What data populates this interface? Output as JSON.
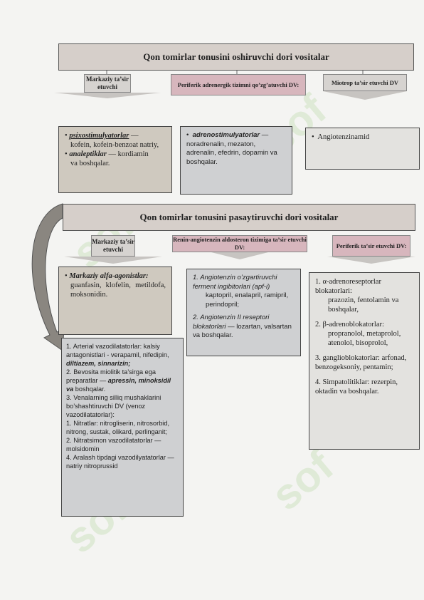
{
  "top": {
    "title": "Qon tomirlar tonusini oshiruvchi dori vositalar",
    "branches": [
      {
        "label": "Markaziy ta’sir etuvchi"
      },
      {
        "label": "Periferik adrenergik tizimni qo’zg’atuvchi DV:"
      },
      {
        "label": "Miotrop ta’sir etuvchi DV"
      }
    ],
    "box1": {
      "line1": "psixostimulyatorlar",
      "line1_tail": " —",
      "line2": "kofein, kofein-benzoat natriy,",
      "line3": "analeptiklar",
      "line3_tail": " — kordiamin",
      "line4": "va boshqalar."
    },
    "box2": {
      "bullet": "adrenostimulyatorlar",
      "tail": " — noradrenalin, mezaton, adrenalin, efedrin, dopamin va boshqalar."
    },
    "box3": {
      "text": "Angiotenzinamid"
    }
  },
  "bottom": {
    "title": "Qon tomirlar tonusini pasaytiruvchi dori vositalar",
    "branches": [
      {
        "label": "Markaziy ta’sir etuvchi"
      },
      {
        "label": "Renin-angiotenzin aldosteron tizimiga ta’sir etuvchi DV:"
      },
      {
        "label": "Periferik ta’sir etuvchi DV:"
      }
    ],
    "central": {
      "head": "Markaziy alfa-agonistlar:",
      "text": "guanfasin, klofelin, metildofa, moksonidin."
    },
    "raas": {
      "item1_head": "1. Angiotenzin o’zgartiruvchi ferment ingibitorlari (apf-i)",
      "item1_text": "kaptopril, enalapril, ramipril, perindopril;",
      "item2_head": "2. Angiotenzin II reseptori blokatorlari",
      "item2_text": " — lozartan, valsartan va boshqalar."
    },
    "peripheral": {
      "i1_head": "1. α-adrenoreseptorlar blokatorlari:",
      "i1_text": "prazozin, fentolamin va boshqalar,",
      "i2_head": "2. β-adrenoblokatorlar:",
      "i2_text": "propranolol, metaprolol, atenolol, bisoprolol,",
      "i3": "3. gangliоblokatorlar: arfonad, benzogeksoniy, pentamin;",
      "i4": "4. Simpatolitiklar: rezerpin, oktadin va boshqalar."
    },
    "vaso": {
      "p1a": "1. Arterial vazodilatatorlar: kalsiy antagonistlari - verapamil, nifedipin, ",
      "p1b": "diltiazem, sinnarizin;",
      "p2a": "2. Bevosita miolitik ta’sirga ega preparatlar — ",
      "p2b": "apressin, minoksidil va",
      "p2c": " boshqalar.",
      "p3": "3. Venalarning silliq mushaklarini bo’shashtiruvchi DV (venoz vazodilatatorlar):",
      "p4": "1. Nitratlar: nitrogliserin, nitrosorbid, nitrong, sustak, olikard, perlinganit;",
      "p5": "2. Nitratsimon vazodilatatorlar — molsidomin",
      "p6": "4. Aralash tipdagi vazodilyatatorlar — natriy nitroprussid"
    }
  },
  "watermark": "sof"
}
